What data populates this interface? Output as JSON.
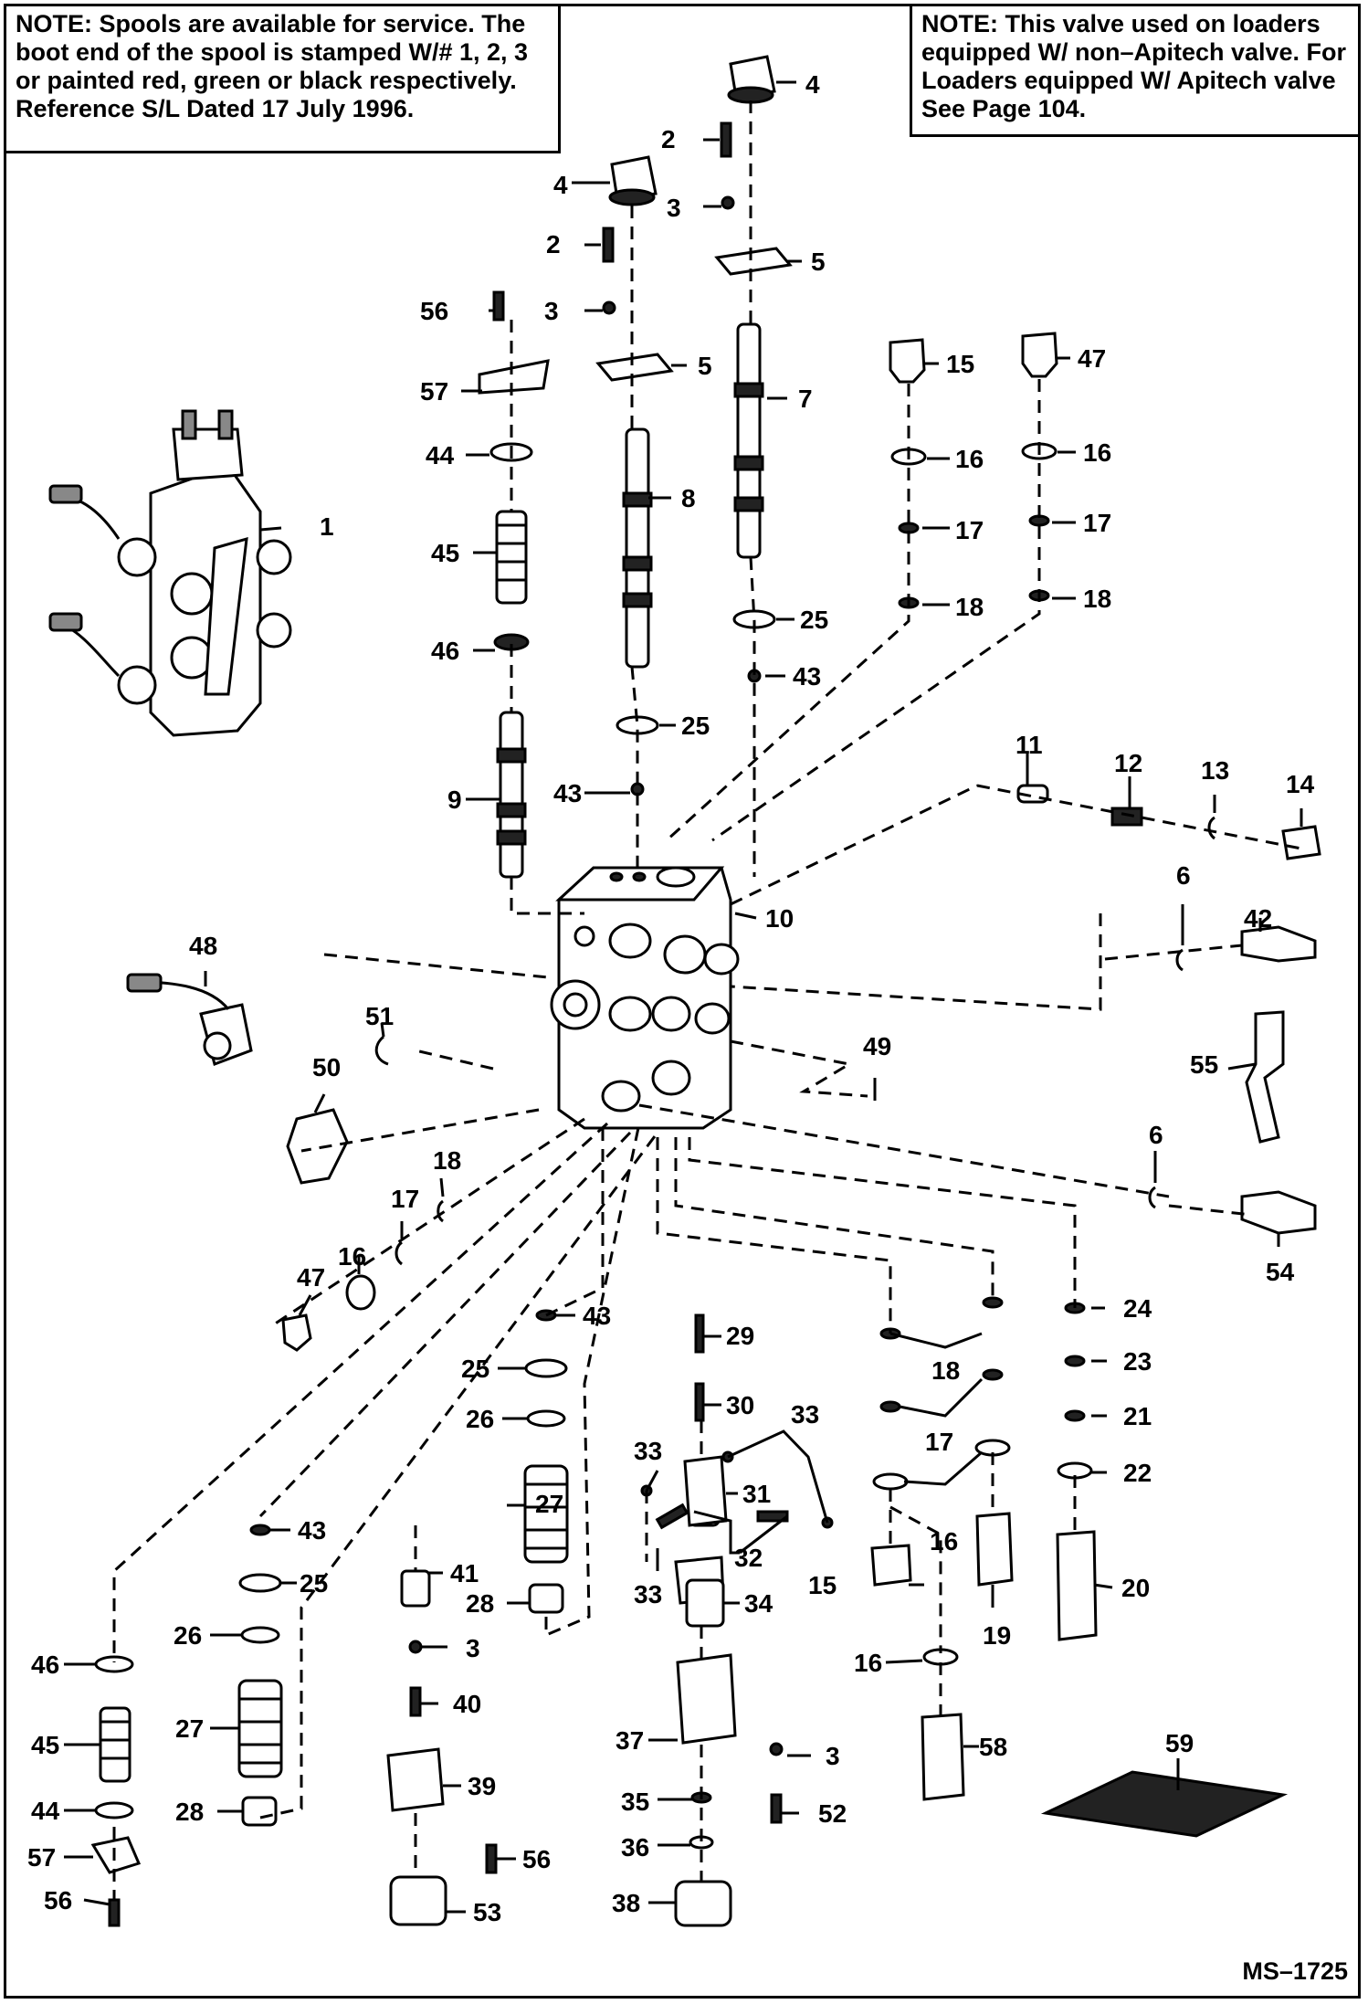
{
  "notes": {
    "left": {
      "label": "NOTE:",
      "text": " Spools are available for service.  The boot end of the spool is stamped W/# 1, 2, 3 or painted red, green or black respectively. Reference S/L Dated 17 July 1996."
    },
    "right": {
      "label": "NOTE:",
      "text": "  This valve used on loaders equipped W/ non–Apitech valve. For Loaders equipped W/ Apitech valve See Page 104."
    }
  },
  "drawing_code": "MS–1725",
  "callouts": [
    {
      "n": "1"
    },
    {
      "n": "2"
    },
    {
      "n": "2"
    },
    {
      "n": "3"
    },
    {
      "n": "3"
    },
    {
      "n": "3"
    },
    {
      "n": "3"
    },
    {
      "n": "4"
    },
    {
      "n": "4"
    },
    {
      "n": "5"
    },
    {
      "n": "5"
    },
    {
      "n": "6"
    },
    {
      "n": "6"
    },
    {
      "n": "7"
    },
    {
      "n": "8"
    },
    {
      "n": "9"
    },
    {
      "n": "10"
    },
    {
      "n": "11"
    },
    {
      "n": "12"
    },
    {
      "n": "13"
    },
    {
      "n": "14"
    },
    {
      "n": "15"
    },
    {
      "n": "15"
    },
    {
      "n": "16"
    },
    {
      "n": "16"
    },
    {
      "n": "16"
    },
    {
      "n": "16"
    },
    {
      "n": "16"
    },
    {
      "n": "17"
    },
    {
      "n": "17"
    },
    {
      "n": "17"
    },
    {
      "n": "17"
    },
    {
      "n": "18"
    },
    {
      "n": "18"
    },
    {
      "n": "18"
    },
    {
      "n": "18"
    },
    {
      "n": "19"
    },
    {
      "n": "20"
    },
    {
      "n": "21"
    },
    {
      "n": "22"
    },
    {
      "n": "23"
    },
    {
      "n": "24"
    },
    {
      "n": "25"
    },
    {
      "n": "25"
    },
    {
      "n": "25"
    },
    {
      "n": "25"
    },
    {
      "n": "26"
    },
    {
      "n": "26"
    },
    {
      "n": "27"
    },
    {
      "n": "27"
    },
    {
      "n": "28"
    },
    {
      "n": "28"
    },
    {
      "n": "29"
    },
    {
      "n": "30"
    },
    {
      "n": "31"
    },
    {
      "n": "32"
    },
    {
      "n": "33"
    },
    {
      "n": "33"
    },
    {
      "n": "33"
    },
    {
      "n": "34"
    },
    {
      "n": "35"
    },
    {
      "n": "36"
    },
    {
      "n": "37"
    },
    {
      "n": "38"
    },
    {
      "n": "39"
    },
    {
      "n": "40"
    },
    {
      "n": "41"
    },
    {
      "n": "42"
    },
    {
      "n": "43"
    },
    {
      "n": "43"
    },
    {
      "n": "43"
    },
    {
      "n": "43"
    },
    {
      "n": "44"
    },
    {
      "n": "44"
    },
    {
      "n": "45"
    },
    {
      "n": "45"
    },
    {
      "n": "46"
    },
    {
      "n": "46"
    },
    {
      "n": "47"
    },
    {
      "n": "47"
    },
    {
      "n": "48"
    },
    {
      "n": "49"
    },
    {
      "n": "50"
    },
    {
      "n": "51"
    },
    {
      "n": "52"
    },
    {
      "n": "53"
    },
    {
      "n": "54"
    },
    {
      "n": "55"
    },
    {
      "n": "56"
    },
    {
      "n": "56"
    },
    {
      "n": "56"
    },
    {
      "n": "57"
    },
    {
      "n": "57"
    },
    {
      "n": "58"
    },
    {
      "n": "59"
    }
  ]
}
